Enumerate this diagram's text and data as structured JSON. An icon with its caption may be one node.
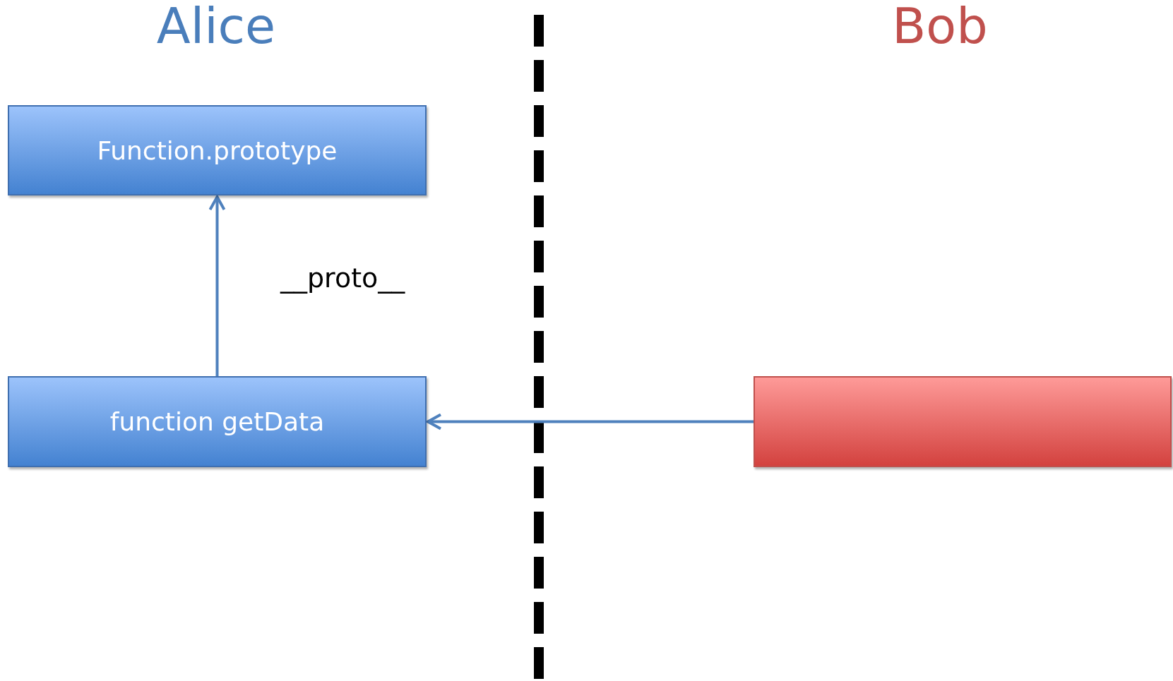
{
  "diagram": {
    "nodes": [
      {
        "text": [
          "Function.prototype"
        ]
      },
      {
        "text": [
          "function getData"
        ]
      },
      {
        "text": [],
        "shape": "box"
      }
    ],
    "edges": [
      {
        "from": 1,
        "to": 0,
        "arrow": "to",
        "label": "__proto__"
      },
      {
        "from": 2,
        "to": 1,
        "arrow": "to"
      }
    ],
    "labels": [
      "Alice",
      "Bob"
    ]
  }
}
